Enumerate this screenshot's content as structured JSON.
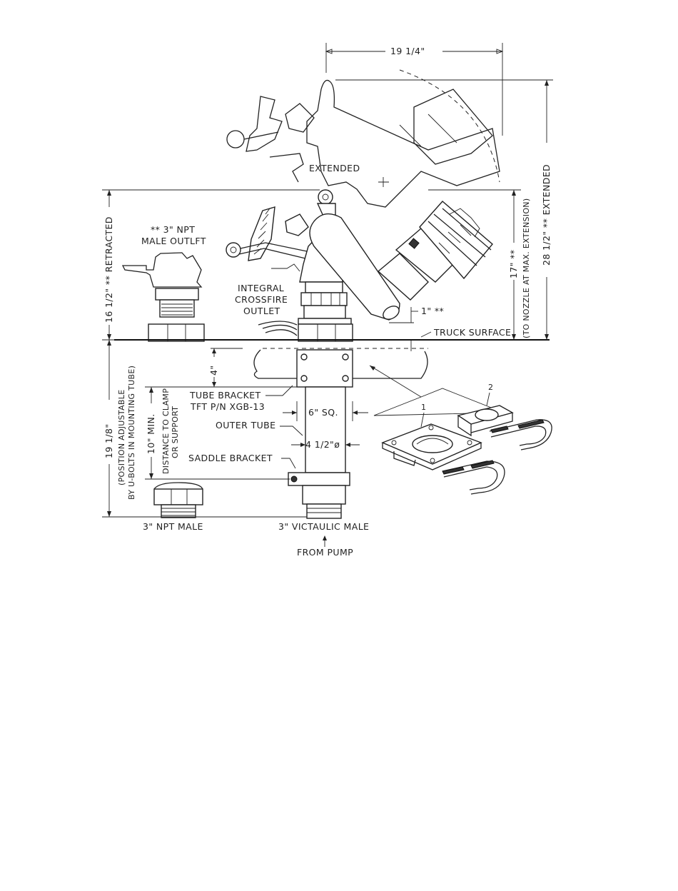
{
  "dimensions": {
    "width_top": "19 1/4\"",
    "height_extended": "28 1/2\" ** EXTENDED",
    "height_retracted": "16 1/2\" ** RETRACTED",
    "height_nozzle": "17\" **",
    "height_nozzle_note": "(TO NOZZLE AT MAX. EXTENSION)",
    "gap_nozzle": "1\" **",
    "bracket_offset": "4\"",
    "below_surface": "19 1/8\"",
    "below_surface_note_1": "(POSITION ADJUSTABLE",
    "below_surface_note_2": "BY U-BOLTS IN MOUNTING TUBE)",
    "min_clamp": "10\" MIN.",
    "min_clamp_note_1": "DISTANCE TO CLAMP",
    "min_clamp_note_2": "OR SUPPORT",
    "tube_square": "6\" SQ.",
    "tube_diameter": "4 1/2\"ø"
  },
  "labels": {
    "extended": "EXTENDED",
    "npt_outlet_1": "** 3\" NPT",
    "npt_outlet_2": "MALE OUTLFT",
    "crossfire_1": "INTEGRAL",
    "crossfire_2": "CROSSFIRE",
    "crossfire_3": "OUTLET",
    "truck_surface": "TRUCK SURFACE",
    "tube_bracket_1": "TUBE BRACKET",
    "tube_bracket_2": "TFT P/N XGB-13",
    "outer_tube": "OUTER TUBE",
    "saddle_bracket": "SADDLE BRACKET",
    "npt_male": "3\" NPT MALE",
    "victaulic_male": "3\" VICTAULIC MALE",
    "from_pump": "FROM PUMP"
  },
  "callouts": {
    "part_1": "1",
    "part_2": "2"
  }
}
